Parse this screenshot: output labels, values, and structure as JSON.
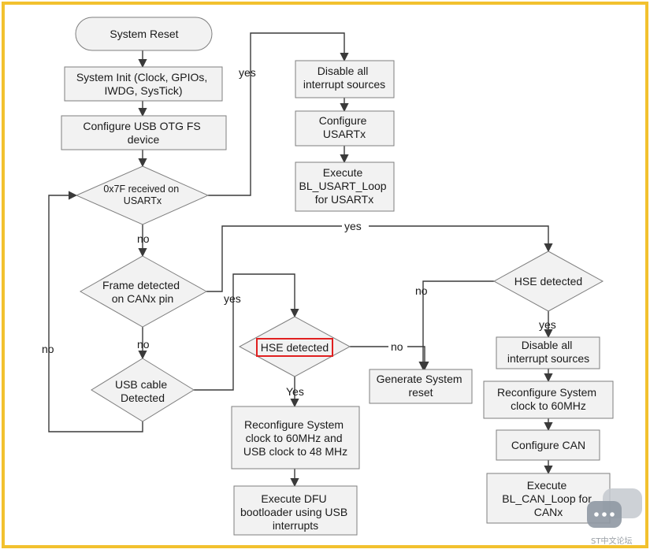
{
  "frame_color": "#f2c12e",
  "highlight_color": "#e02020",
  "nodes": {
    "system_reset": [
      "System Reset"
    ],
    "system_init": [
      "System Init (Clock, GPIOs,",
      "IWDG, SysTick)"
    ],
    "configure_usb": [
      "Configure USB OTG FS",
      "device"
    ],
    "usart_check": [
      "0x7F received on",
      "USARTx"
    ],
    "disable_interrupts_usart": [
      "Disable all",
      "interrupt sources"
    ],
    "configure_usart": [
      "Configure",
      "USARTx"
    ],
    "execute_usart_loop": [
      "Execute",
      "BL_USART_Loop",
      "for USARTx"
    ],
    "frame_detected": [
      "Frame detected",
      "on CANx pin"
    ],
    "usb_cable": [
      "USB cable",
      "Detected"
    ],
    "hse_detected_usb": [
      "HSE detected"
    ],
    "hse_detected_can": [
      "HSE detected"
    ],
    "generate_reset": [
      "Generate System",
      "reset"
    ],
    "reconfigure_usb": [
      "Reconfigure System",
      "clock to 60MHz and",
      "USB clock to 48 MHz"
    ],
    "execute_dfu": [
      "Execute DFU",
      "bootloader using USB",
      "interrupts"
    ],
    "disable_interrupts_can": [
      "Disable all",
      "interrupt sources"
    ],
    "reconfigure_can": [
      "Reconfigure System",
      "clock to 60MHz"
    ],
    "configure_can": [
      "Configure CAN"
    ],
    "execute_can_loop": [
      "Execute",
      "BL_CAN_Loop for",
      "CANx"
    ]
  },
  "edge_labels": {
    "usart_yes": "yes",
    "usart_no": "no",
    "frame_yes": "yes",
    "frame_no": "no",
    "usb_yes": "yes",
    "usb_no": "no",
    "hse_usb_yes": "Yes",
    "hse_usb_no": "no",
    "hse_can_yes": "yes",
    "hse_can_no": "no"
  },
  "watermark": {
    "text": "ST中文论坛",
    "icon": "chat-bubble-icon"
  }
}
